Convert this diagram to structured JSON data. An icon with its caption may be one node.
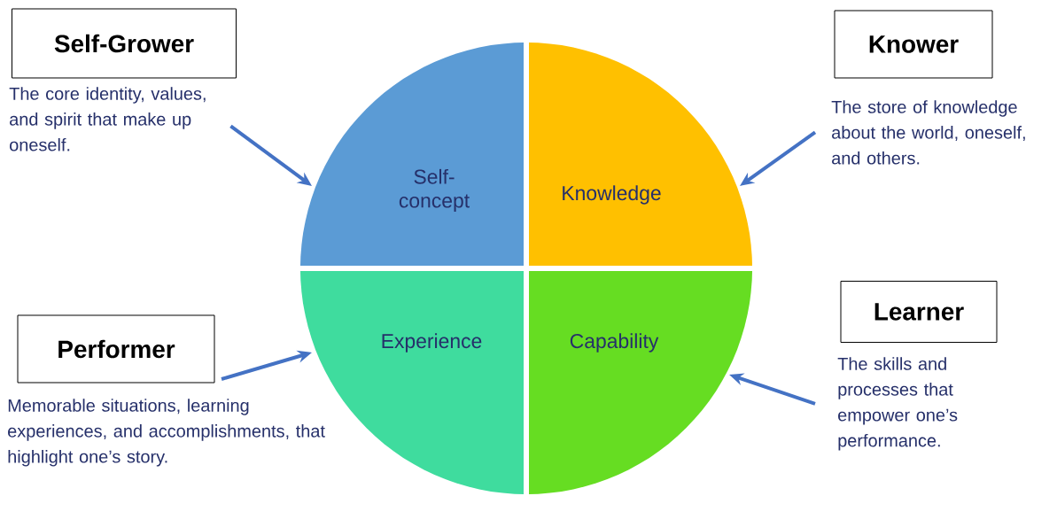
{
  "diagram": {
    "nodes": [
      {
        "text": [
          "Self-Grower"
        ]
      },
      {
        "text": [
          "Knower"
        ]
      },
      {
        "text": [
          "The core identity, values, and spirit that make up oneself."
        ]
      },
      {
        "text": [
          "Self-concept"
        ]
      },
      {
        "text": [
          "Knowledge"
        ]
      },
      {
        "text": [
          "The store of knowledge about the world, oneself, and others."
        ]
      },
      {
        "text": [
          "Experience"
        ]
      },
      {
        "text": [
          "Capability"
        ]
      },
      {
        "text": [
          "Performer"
        ]
      },
      {
        "text": [
          "Learner"
        ]
      },
      {
        "text": [
          "Memorable situations, learning experiences, and accomplishments, that highlight one’s story."
        ]
      },
      {
        "text": [
          "The skills and processes that empower one’s performance."
        ]
      }
    ],
    "edges": [
      {
        "from": 2,
        "to": 3,
        "arrow": "to"
      },
      {
        "from": 5,
        "to": 4,
        "arrow": "to"
      },
      {
        "from": 10,
        "to": 6,
        "arrow": "to"
      },
      {
        "from": 11,
        "to": 7,
        "arrow": "to"
      }
    ]
  }
}
